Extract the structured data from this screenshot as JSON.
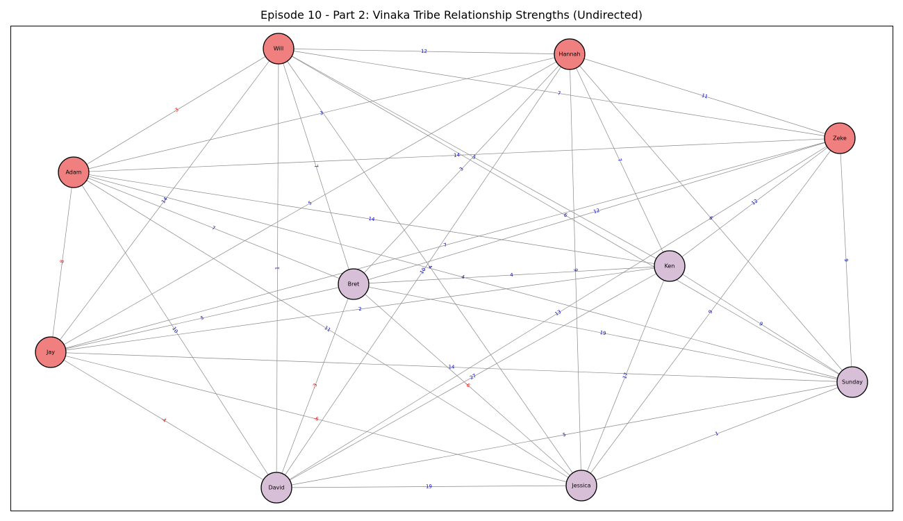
{
  "title": "Episode 10 - Part 2: Vinaka Tribe Relationship Strengths (Undirected)",
  "colors": {
    "group_a": "#f08080",
    "group_b": "#d8bfd8",
    "positive_label": "#0000cc",
    "negative_label": "#ff0000",
    "edge": "#888888"
  },
  "nodes": [
    {
      "id": "Will",
      "label": "Will",
      "group": "group_a"
    },
    {
      "id": "Hannah",
      "label": "Hannah",
      "group": "group_a"
    },
    {
      "id": "Zeke",
      "label": "Zeke",
      "group": "group_a"
    },
    {
      "id": "Adam",
      "label": "Adam",
      "group": "group_a"
    },
    {
      "id": "Jay",
      "label": "Jay",
      "group": "group_a"
    },
    {
      "id": "Bret",
      "label": "Bret",
      "group": "group_b"
    },
    {
      "id": "Ken",
      "label": "Ken",
      "group": "group_b"
    },
    {
      "id": "Sunday",
      "label": "Sunday",
      "group": "group_b"
    },
    {
      "id": "David",
      "label": "David",
      "group": "group_b"
    },
    {
      "id": "Jessica",
      "label": "Jessica",
      "group": "group_b"
    }
  ],
  "edges": [
    {
      "source": "Will",
      "target": "Hannah",
      "weight": "12"
    },
    {
      "source": "Will",
      "target": "Adam",
      "weight": "-3"
    },
    {
      "source": "Will",
      "target": "Zeke",
      "weight": "7"
    },
    {
      "source": "Will",
      "target": "Jay",
      "weight": "14"
    },
    {
      "source": "Will",
      "target": "Bret",
      "weight": "7"
    },
    {
      "source": "Will",
      "target": "David",
      "weight": "1"
    },
    {
      "source": "Will",
      "target": "Jessica",
      "weight": "4"
    },
    {
      "source": "Will",
      "target": "Ken",
      "weight": "5"
    },
    {
      "source": "Will",
      "target": "Sunday",
      "weight": "6"
    },
    {
      "source": "Hannah",
      "target": "Adam",
      "weight": "3"
    },
    {
      "source": "Hannah",
      "target": "Zeke",
      "weight": "11"
    },
    {
      "source": "Hannah",
      "target": "Jay",
      "weight": "5"
    },
    {
      "source": "Hannah",
      "target": "Bret",
      "weight": "3"
    },
    {
      "source": "Hannah",
      "target": "Ken",
      "weight": "7"
    },
    {
      "source": "Hannah",
      "target": "Jessica",
      "weight": "9"
    },
    {
      "source": "Hannah",
      "target": "David",
      "weight": "10"
    },
    {
      "source": "Hannah",
      "target": "Sunday",
      "weight": "6"
    },
    {
      "source": "Zeke",
      "target": "Adam",
      "weight": "14"
    },
    {
      "source": "Zeke",
      "target": "Ken",
      "weight": "12"
    },
    {
      "source": "Zeke",
      "target": "Sunday",
      "weight": "9"
    },
    {
      "source": "Zeke",
      "target": "Jay",
      "weight": "7"
    },
    {
      "source": "Zeke",
      "target": "Bret",
      "weight": "12"
    },
    {
      "source": "Zeke",
      "target": "Jessica",
      "weight": "9"
    },
    {
      "source": "Zeke",
      "target": "David",
      "weight": "13"
    },
    {
      "source": "Adam",
      "target": "Jay",
      "weight": "-8"
    },
    {
      "source": "Adam",
      "target": "Ken",
      "weight": "14"
    },
    {
      "source": "Adam",
      "target": "Bret",
      "weight": "7"
    },
    {
      "source": "Adam",
      "target": "David",
      "weight": "10"
    },
    {
      "source": "Adam",
      "target": "Jessica",
      "weight": "11"
    },
    {
      "source": "Adam",
      "target": "Sunday",
      "weight": "4"
    },
    {
      "source": "Jay",
      "target": "Bret",
      "weight": "5"
    },
    {
      "source": "Jay",
      "target": "Ken",
      "weight": "2"
    },
    {
      "source": "Jay",
      "target": "Sunday",
      "weight": "14"
    },
    {
      "source": "Jay",
      "target": "David",
      "weight": "-4"
    },
    {
      "source": "Jay",
      "target": "Jessica",
      "weight": "-6"
    },
    {
      "source": "Bret",
      "target": "Ken",
      "weight": "4"
    },
    {
      "source": "Bret",
      "target": "Sunday",
      "weight": "19"
    },
    {
      "source": "Bret",
      "target": "David",
      "weight": "-3"
    },
    {
      "source": "Bret",
      "target": "Jessica",
      "weight": "-6"
    },
    {
      "source": "Ken",
      "target": "Sunday",
      "weight": "9"
    },
    {
      "source": "Ken",
      "target": "Jessica",
      "weight": "17"
    },
    {
      "source": "Ken",
      "target": "David",
      "weight": "27"
    },
    {
      "source": "Sunday",
      "target": "David",
      "weight": "5"
    },
    {
      "source": "Sunday",
      "target": "Jessica",
      "weight": "1"
    },
    {
      "source": "David",
      "target": "Jessica",
      "weight": "19"
    }
  ]
}
